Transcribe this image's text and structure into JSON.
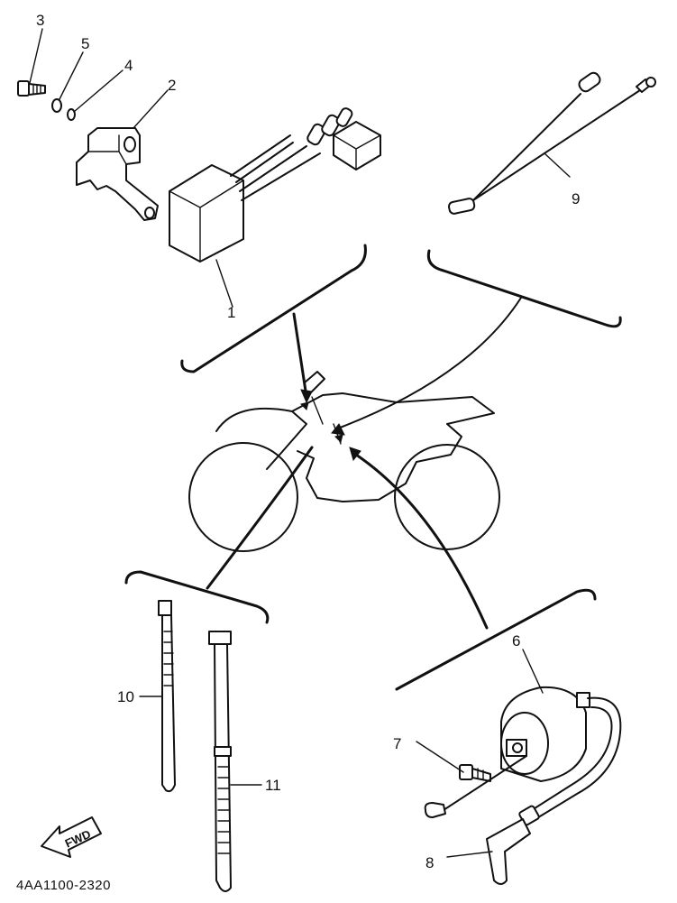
{
  "callouts": {
    "c1": "1",
    "c2": "2",
    "c3": "3",
    "c4": "4",
    "c5": "5",
    "c6": "6",
    "c7": "7",
    "c8": "8",
    "c9": "9",
    "c10": "10",
    "c11": "11"
  },
  "fwd_label": "FWD",
  "diagram_code": "4AA1100-2320"
}
